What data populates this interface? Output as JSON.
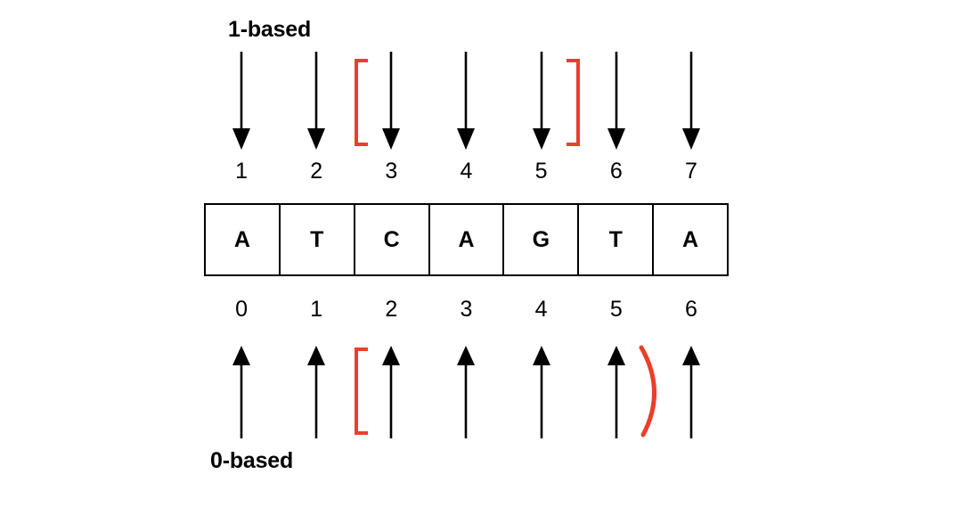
{
  "diagram": {
    "title_top": "1-based",
    "title_bottom": "0-based",
    "accent_color": "#E8402A",
    "line_color": "#000000",
    "background": "#ffffff"
  },
  "sequence": {
    "bases": [
      "A",
      "T",
      "C",
      "A",
      "G",
      "T",
      "A"
    ],
    "length": 7
  },
  "one_based": {
    "label": "1-based",
    "indices": [
      "1",
      "2",
      "3",
      "4",
      "5",
      "6",
      "7"
    ],
    "arrow_direction": "down",
    "arrow_icon": "arrow-down-icon",
    "interval_open_symbol": "[",
    "interval_close_symbol": "]",
    "interval_open_after_index": 2,
    "interval_close_after_index": 5
  },
  "zero_based": {
    "label": "0-based",
    "indices": [
      "0",
      "1",
      "2",
      "3",
      "4",
      "5",
      "6"
    ],
    "arrow_direction": "up",
    "arrow_icon": "arrow-up-icon",
    "interval_open_symbol": "[",
    "interval_close_symbol": ")",
    "interval_open_after_index": 1,
    "interval_close_after_index": 5
  }
}
